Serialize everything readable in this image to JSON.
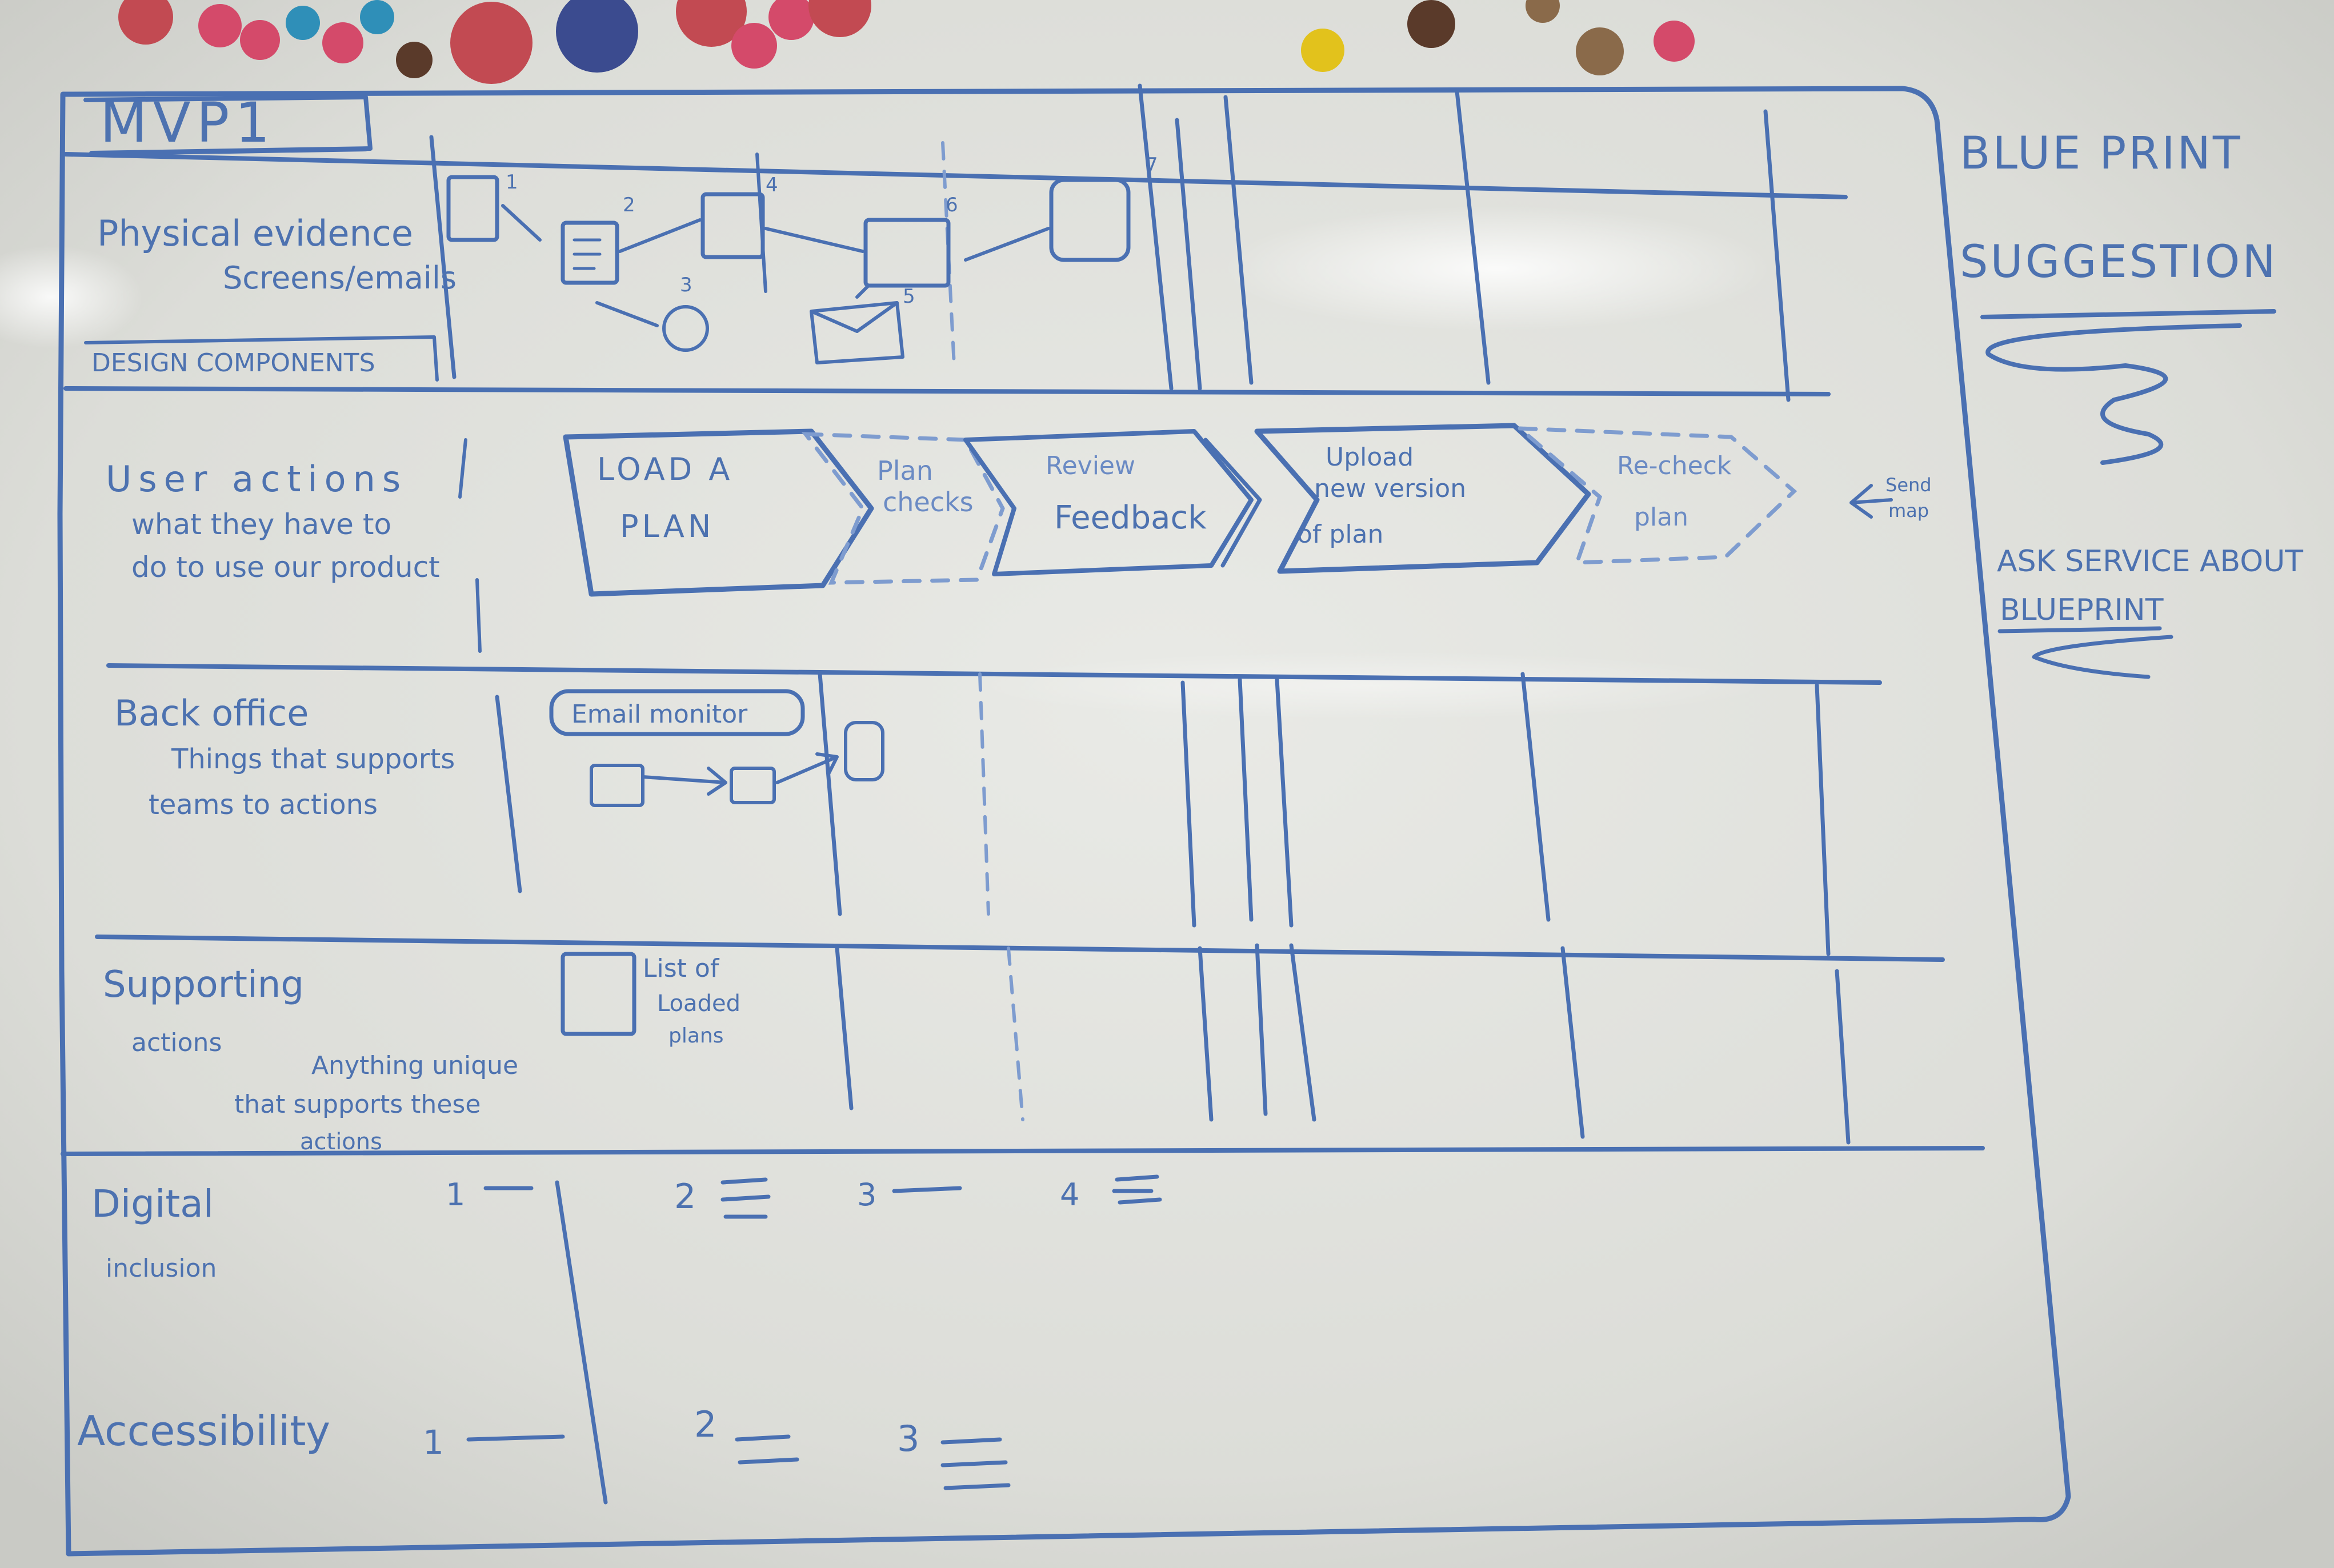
{
  "title": "MVP1",
  "side": {
    "heading_line1": "BLUE PRINT",
    "heading_line2": "SUGGESTION",
    "note_line1": "ASK SERVICE ABOUT",
    "note_line2": "BLUEPRINT"
  },
  "rows": {
    "physical": {
      "label_line1": "Physical evidence",
      "label_line2": "Screens/emails",
      "sub_label": "DESIGN COMPONENTS"
    },
    "user": {
      "label_line1": "User actions",
      "label_line2": "what they have to",
      "label_line3": "do to use our product"
    },
    "back": {
      "label_line1": "Back office",
      "label_line2": "Things that supports",
      "label_line3": "teams to actions"
    },
    "support": {
      "label_line1": "Supporting",
      "label_line2": "actions",
      "label_line3": "Anything unique",
      "label_line4": "that supports these",
      "label_line5": "actions"
    },
    "digital": {
      "label_line1": "Digital",
      "label_line2": "inclusion"
    },
    "access": {
      "label": "Accessibility"
    }
  },
  "steps": {
    "load": {
      "line1": "LOAD A",
      "line2": "PLAN"
    },
    "checks": {
      "line1": "Plan",
      "line2": "checks"
    },
    "feedback": {
      "line1": "Review",
      "line2": "Feedback"
    },
    "upload": {
      "line1": "Upload",
      "line2": "new version",
      "line3": "of plan"
    },
    "recheck": {
      "line1": "Re-check",
      "line2": "plan"
    },
    "arrow_note": {
      "line1": "Send",
      "line2": "map"
    }
  },
  "back_office": {
    "tag": "Email monitor"
  },
  "supporting": {
    "note_line1": "List of",
    "note_line2": "Loaded",
    "note_line3": "plans"
  },
  "markers": {
    "physical": [
      "1",
      "2",
      "3",
      "4",
      "5",
      "6",
      "7"
    ],
    "digital": [
      "1",
      "2",
      "3",
      "4"
    ],
    "access": [
      "1",
      "2",
      "3"
    ]
  },
  "magnets": {
    "colors": [
      "#c24a52",
      "#d44a6a",
      "#3b4b8f",
      "#e2c21c",
      "#5a3a2a",
      "#8a6a4a",
      "#2f8fb8"
    ]
  }
}
